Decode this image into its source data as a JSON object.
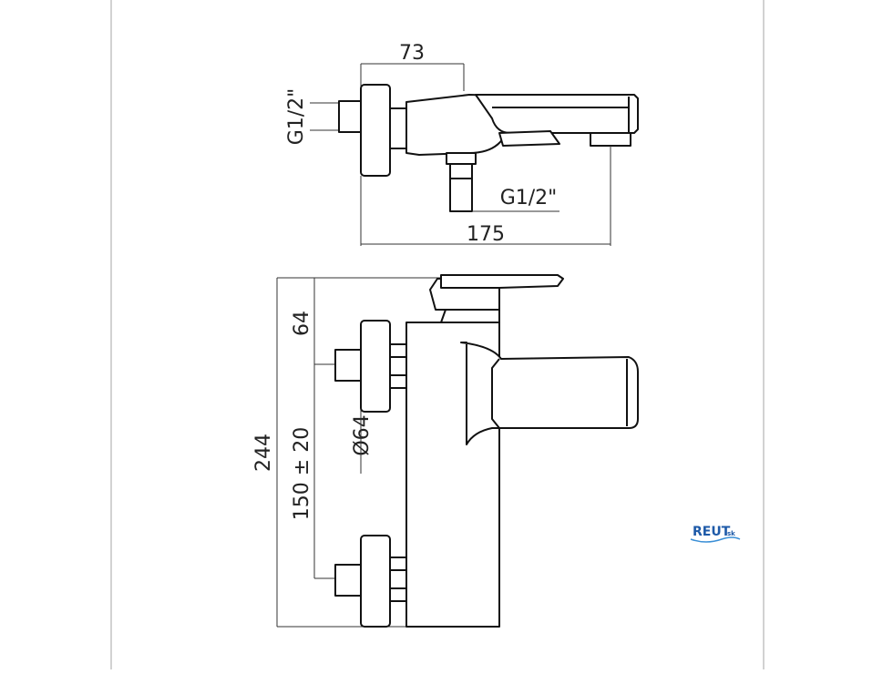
{
  "dimensions": {
    "top_width_73": "73",
    "top_inlet_left": "G1/2\"",
    "top_inlet_bottom": "G1/2\"",
    "top_length_175": "175",
    "front_height_244": "244",
    "front_offset_64": "64",
    "front_spacing": "150 ± 20",
    "front_flange_diameter": "Ø64"
  },
  "logo": {
    "text": "REUT",
    "suffix": "sk",
    "color": "#1e5aa8"
  },
  "colors": {
    "line": "#111111",
    "frame": "#bbbbbb"
  }
}
